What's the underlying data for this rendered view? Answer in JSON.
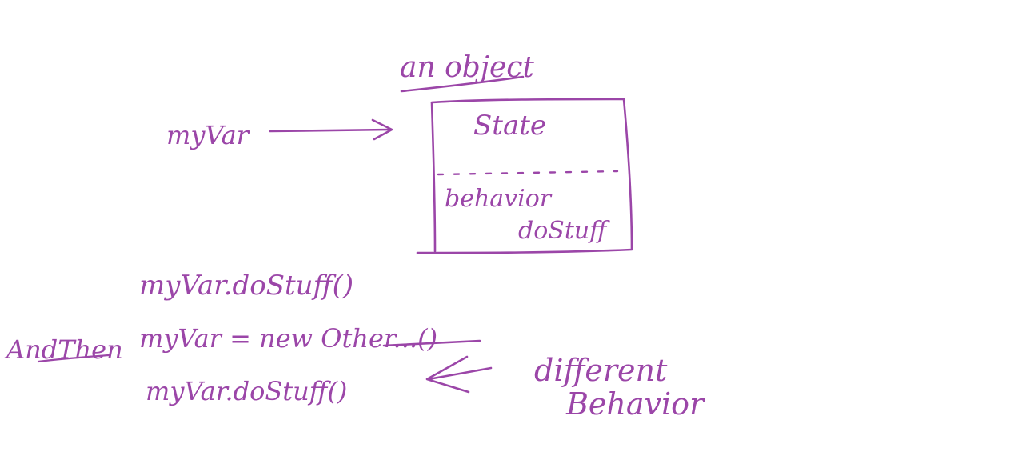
{
  "colors": {
    "ink": "#9b46a8",
    "background": "#ffffff"
  },
  "labels": {
    "object_title": "an object",
    "variable": "myVar",
    "state": "State",
    "behavior": "behavior",
    "method": "doStuff",
    "call1": "myVar.doStuff()",
    "andThen": "AndThen",
    "assign": "myVar = new Other...()",
    "call2": "myVar.doStuff()",
    "different": "different",
    "behavior2": "Behavior"
  }
}
